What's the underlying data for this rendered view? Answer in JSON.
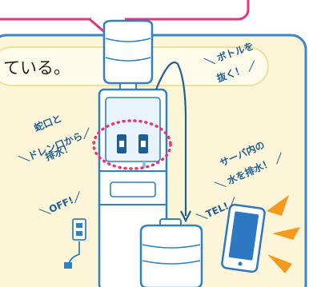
{
  "caption": "ている。",
  "callouts": {
    "remove_bottle_line1": "＼ ボトルを",
    "remove_bottle_line2": "抜く！ ／",
    "faucet_line1": "蛇口と",
    "faucet_line2": "＼ドレン口から／",
    "faucet_line3": "排水！",
    "server_line1": "サーバ内の",
    "server_line2": "＼ 水を排水！ ／",
    "off": "＼OFF!／",
    "tel": "＼TEL!／"
  },
  "colors": {
    "pink_accent": "#e8337e",
    "panel_border": "#3a87c8",
    "panel_fill": "#fdf5d8",
    "bubble_fill": "#fffbea",
    "dispenser_blue": "#2e82c2",
    "dispenser_fill": "#ffffff",
    "tel_orange": "#f39a1e",
    "phone_blue": "#2d78c0"
  },
  "icons": [
    "water-bottle-icon",
    "water-dispenser-icon",
    "faucet-icon",
    "drain-arrow-icon",
    "power-outlet-icon",
    "smartphone-icon",
    "ringing-lines-icon"
  ]
}
